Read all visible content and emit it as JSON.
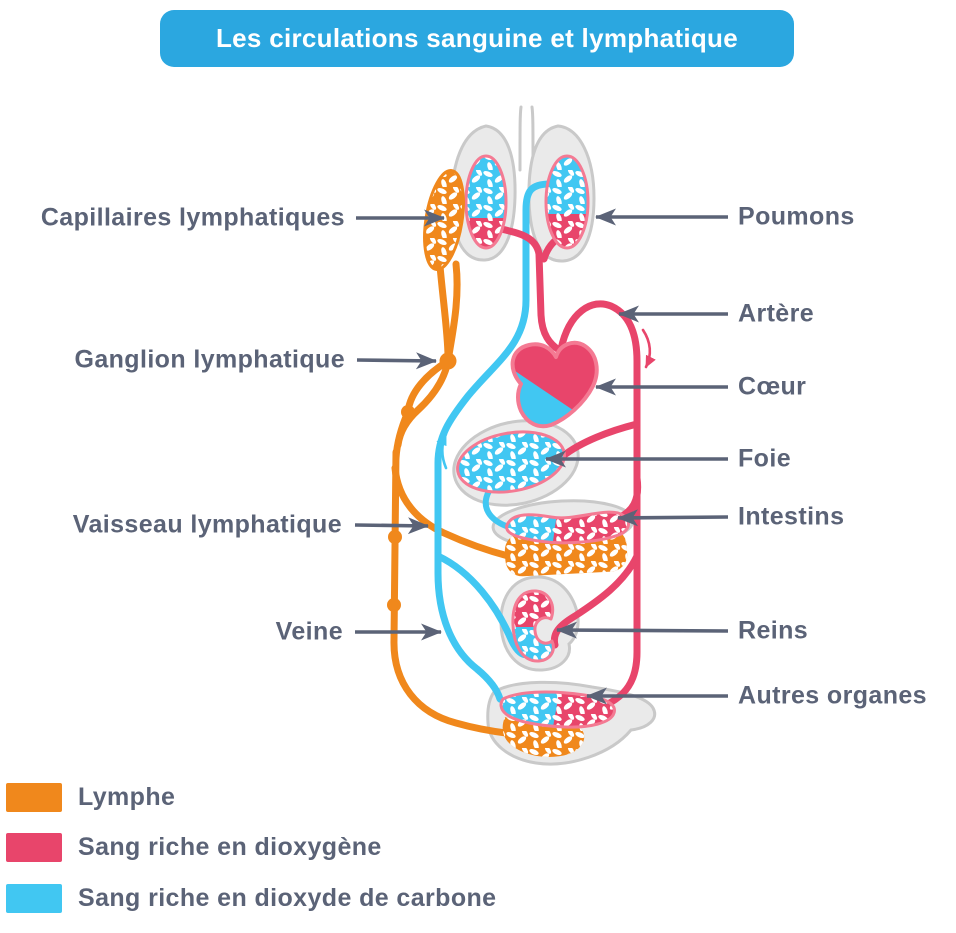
{
  "title": {
    "text": "Les circulations sanguine et lymphatique"
  },
  "left_labels": [
    {
      "text": "Capillaires lymphatiques"
    },
    {
      "text": "Ganglion lymphatique"
    },
    {
      "text": "Vaisseau lymphatique"
    },
    {
      "text": "Veine"
    }
  ],
  "right_labels": [
    {
      "text": "Poumons"
    },
    {
      "text": "Artère"
    },
    {
      "text": "Cœur"
    },
    {
      "text": "Foie"
    },
    {
      "text": "Intestins"
    },
    {
      "text": "Reins"
    },
    {
      "text": "Autres organes"
    }
  ],
  "legend": [
    {
      "label": "Lymphe",
      "color": "#F0881C"
    },
    {
      "label": "Sang riche en dioxygène",
      "color": "#E8456B"
    },
    {
      "label": "Sang riche en dioxyde de carbone",
      "color": "#41C7F2"
    }
  ],
  "colors": {
    "banner": "#2BA7E0",
    "banner_text": "#FFFFFF",
    "lymph": "#F0881C",
    "oxygen": "#E8456B",
    "organ_accent_border": "#F47A93",
    "co2": "#41C7F2",
    "label_text": "#5B6377",
    "arrow": "#5B6377",
    "organ_fill": "#EAEAEA",
    "organ_border": "#C9C9C9",
    "background": "#FFFFFF"
  }
}
